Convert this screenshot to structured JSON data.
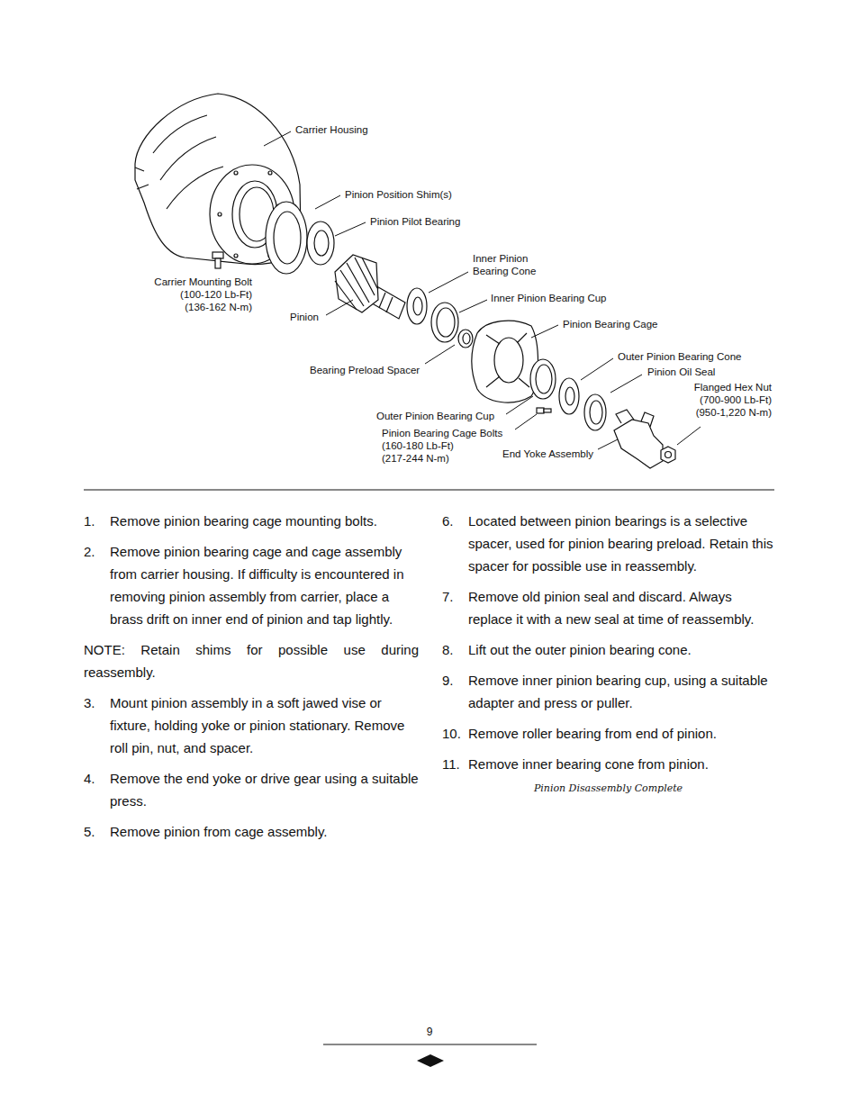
{
  "diagram": {
    "labels": [
      "Carrier Housing",
      "Pinion Position Shim(s)",
      "Pinion Pilot Bearing",
      "Inner Pinion Bearing Cone",
      "Inner Pinion Bearing Cup",
      "Pinion Bearing Cage",
      "Outer Pinion Bearing Cone",
      "Pinion Oil Seal",
      "Flanged Hex Nut",
      "(700-900 Lb-Ft)",
      "(950-1,220 N-m)",
      "Carrier Mounting Bolt",
      "(100-120 Lb-Ft)",
      "(136-162 N-m)",
      "Pinion",
      "Bearing Preload Spacer",
      "Outer Pinion Bearing Cup",
      "Pinion Bearing Cage Bolts",
      "(160-180 Lb-Ft)",
      "(217-244 N-m)",
      "End Yoke Assembly",
      "1.",
      "Remove pinion bearing cage mounting bolts.",
      "2.",
      "Remove pinion bearing cage and cage assembly from carrier housing. If difficulty is encountered in removing pinion assembly from carrier, place a brass drift on inner end of pinion and tap lightly.",
      "NOTE: Retain shims for possible use during reassembly.",
      "3.",
      "Mount pinion assembly in a soft jawed vise or fixture, holding yoke or pinion stationary. Remove roll pin, nut, and spacer.",
      "4.",
      "Remove the end yoke or drive gear using a suitable press.",
      "5.",
      "Remove pinion from cage assembly.",
      "6.",
      "Located between pinion bearings is a selective spacer, used for pinion bearing preload. Retain this spacer for possible use in reassembly.",
      "7.",
      "Remove old pinion seal and discard. Always replace it with a new seal at time of reassembly.",
      "8.",
      "Lift out the outer pinion bearing cone.",
      "9.",
      "Remove inner pinion bearing cup, using a suitable adapter and press or puller.",
      "10.",
      "Remove roller bearing from end of pinion.",
      "11.",
      "Remove inner bearing cone from pinion.",
      "Pinion Disassembly Complete",
      "9"
    ]
  }
}
